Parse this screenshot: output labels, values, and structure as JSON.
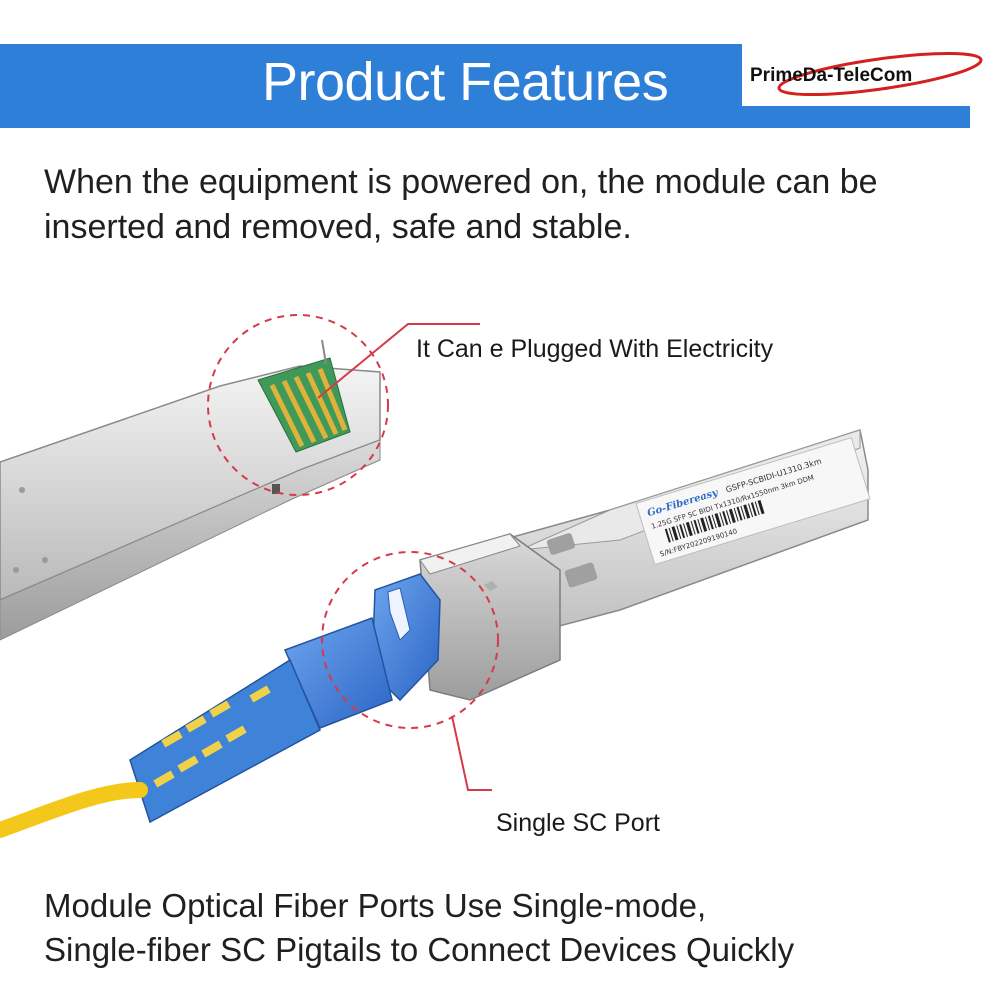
{
  "header": {
    "title": "Product Features",
    "logo_text": "PrimeDa-TeleCom"
  },
  "intro": {
    "line1": "When the equipment is powered on, the module can be",
    "line2": "inserted and removed, safe and stable."
  },
  "callouts": {
    "top": "It Can e Plugged With Electricity",
    "bottom": "Single SC Port"
  },
  "module_label": {
    "brand": "Go-Fibereasy",
    "model": "GSFP-SCBIDI-U1310.3km",
    "spec": "1.25G SFP SC BIDI Tx1310/Rx1550nm 3km DDM",
    "serial": "S/N:FBY202209190140"
  },
  "footer": {
    "line1": "Module Optical Fiber Ports Use Single-mode,",
    "line2": "Single-fiber SC Pigtails to Connect Devices Quickly"
  },
  "colors": {
    "banner_blue": "#2e7fd8",
    "logo_red": "#d42020",
    "callout_red": "#d63a4a",
    "connector_blue": "#3d7fd6",
    "fiber_yellow": "#f3c81a"
  }
}
